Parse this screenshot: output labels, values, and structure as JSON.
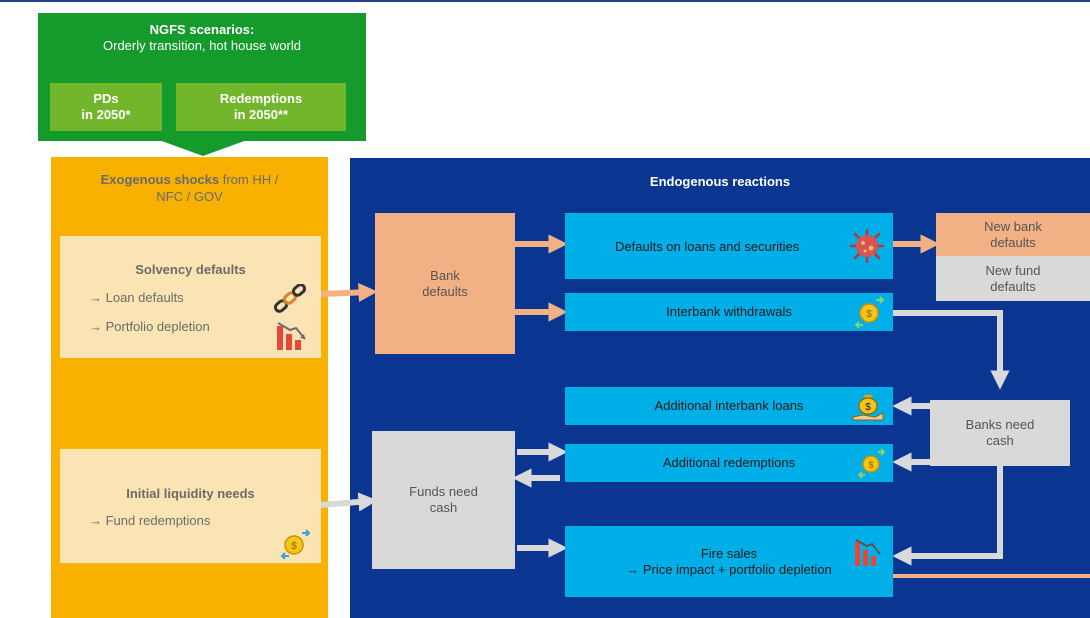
{
  "ngfs": {
    "title": "NGFS scenarios:",
    "subtitle": "Orderly transition, hot house world",
    "pd_label_1": "PDs",
    "pd_label_2": "in 2050*",
    "red_label_1": "Redemptions",
    "red_label_2": "in 2050**"
  },
  "exogenous": {
    "title_bold": "Exogenous shocks",
    "title_rest_1": " from HH /",
    "title_rest_2": "NFC / GOV",
    "solvency": {
      "title": "Solvency defaults",
      "items": [
        "→ Loan defaults",
        "→ Portfolio depletion"
      ]
    },
    "liquidity": {
      "title": "Initial liquidity needs",
      "items": [
        "→ Fund redemptions"
      ]
    }
  },
  "endogenous": {
    "title": "Endogenous reactions",
    "bank_defaults_1": "Bank",
    "bank_defaults_2": "defaults",
    "defaults_loans": "Defaults on loans and securities",
    "interbank_withdrawals": "Interbank withdrawals",
    "new_bank_defaults_1": "New bank",
    "new_bank_defaults_2": "defaults",
    "new_fund_defaults_1": "New fund",
    "new_fund_defaults_2": "defaults",
    "additional_interbank_loans": "Additional interbank loans",
    "banks_need_cash_1": "Banks need",
    "banks_need_cash_2": "cash",
    "additional_redemptions": "Additional redemptions",
    "funds_need_cash_1": "Funds need",
    "funds_need_cash_2": "cash",
    "fire_sales_1": "Fire sales",
    "fire_sales_2": "→ Price impact + portfolio depletion"
  },
  "colors": {
    "ngfs_green": "#159a2c",
    "light_green": "#72b62b",
    "exo_orange": "#f8b100",
    "cream": "#fbe4b4",
    "navy": "#0a3591",
    "cyan": "#00aee8",
    "salmon": "#f2b085",
    "grey": "#d9d9d9"
  },
  "icons": [
    "chain-icon",
    "declining-bar-chart-icon",
    "coin-exchange-icon",
    "virus-icon",
    "money-bag-hand-icon"
  ]
}
